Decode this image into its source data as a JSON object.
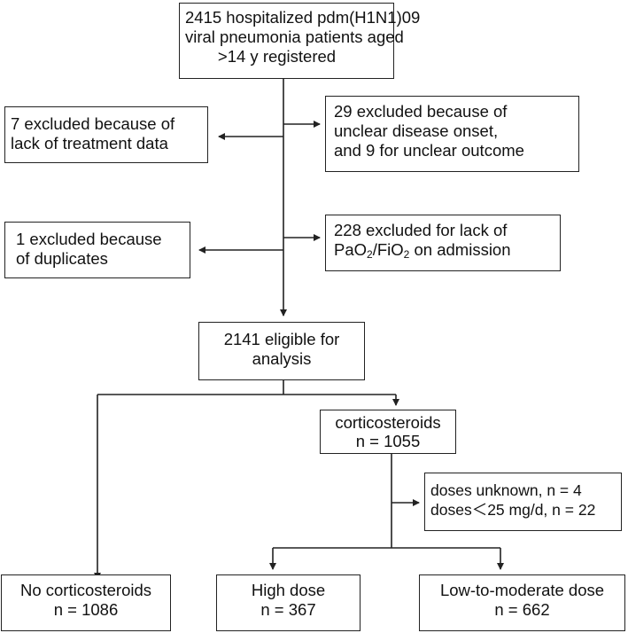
{
  "boxes": {
    "registered": [
      "2415 hospitalized pdm(H1N1)09",
      "viral pneumonia patients aged",
      ">14 y registered"
    ],
    "excl_treatment": [
      "7 excluded because of",
      "lack of treatment data"
    ],
    "excl_onset": [
      "29 excluded because of",
      "unclear disease onset,",
      "and 9 for unclear outcome"
    ],
    "excl_duplicates": [
      "1 excluded because",
      "of duplicates"
    ],
    "excl_pao2": {
      "line1": "228 excluded for lack of",
      "pao2": "PaO",
      "sub1": "2",
      "slash": "/FiO",
      "sub2": "2",
      "tail": " on admission"
    },
    "eligible": [
      "2141 eligible for",
      "analysis"
    ],
    "corticosteroids": [
      "corticosteroids",
      "n = 1055"
    ],
    "doses_excluded": [
      "doses unknown, n = 4",
      "doses＜25 mg/d, n = 22"
    ],
    "no_cortico": [
      "No corticosteroids",
      "n = 1086"
    ],
    "high_dose": [
      "High dose",
      "n = 367"
    ],
    "low_dose": [
      "Low-to-moderate dose",
      "n = 662"
    ]
  },
  "colors": {
    "stroke": "#222222",
    "text": "#111111",
    "background": "#ffffff"
  }
}
